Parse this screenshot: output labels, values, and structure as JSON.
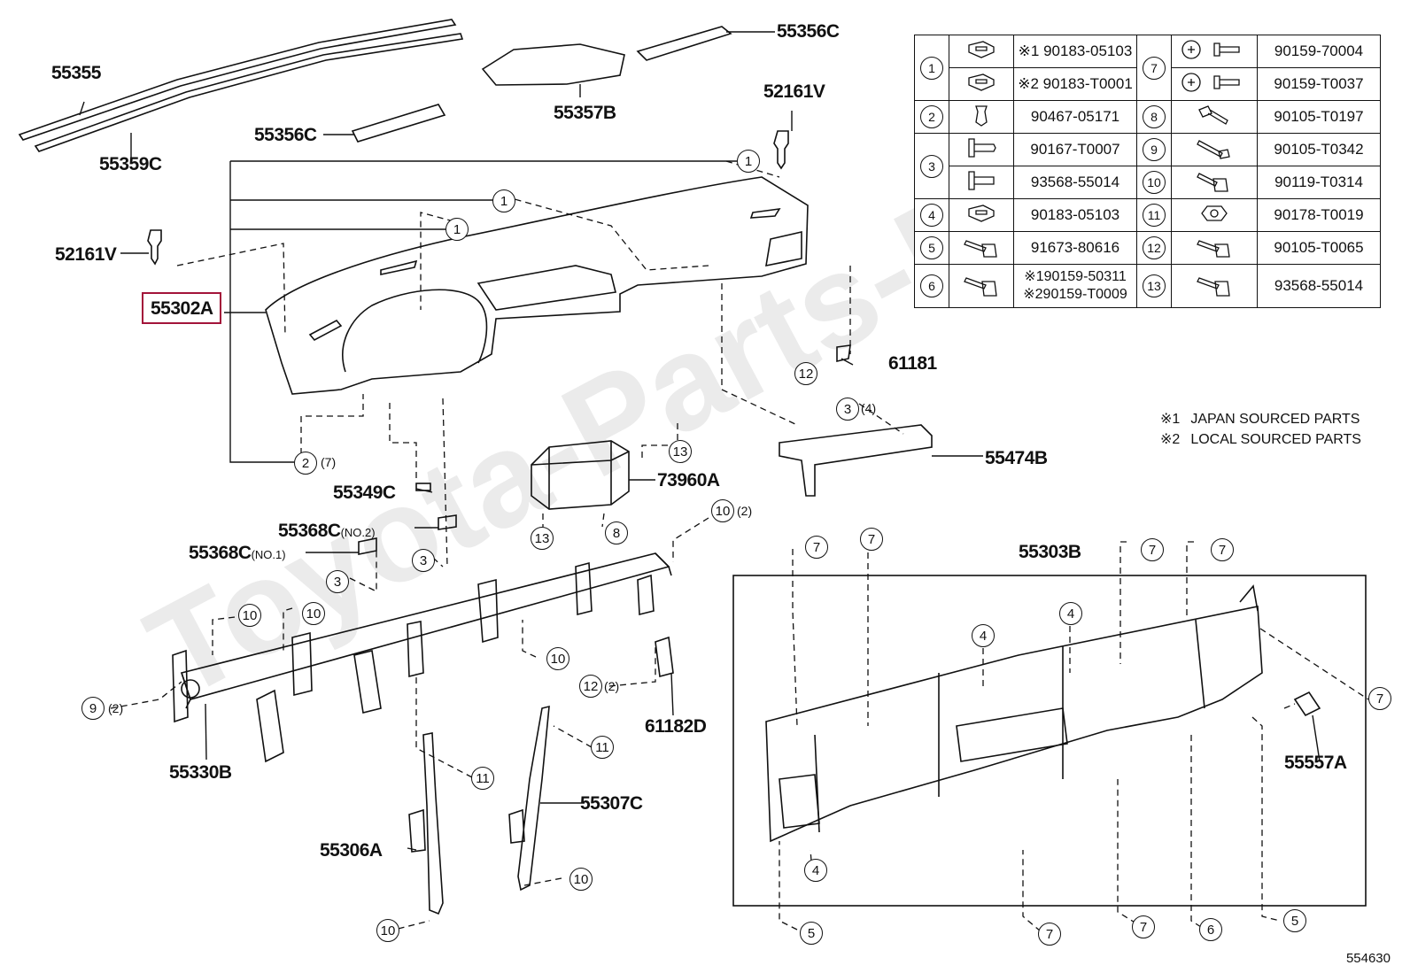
{
  "watermark": "Toyota-Parts-Mall",
  "diagram_code": "554630",
  "notes": [
    {
      "mark": "※1",
      "text": "JAPAN SOURCED PARTS"
    },
    {
      "mark": "※2",
      "text": "LOCAL SOURCED PARTS"
    }
  ],
  "highlighted_part": "55302A",
  "parts": {
    "p55355": "55355",
    "p55359C": "55359C",
    "p55356C_top": "55356C",
    "p55357B": "55357B",
    "p55356C_mid": "55356C",
    "p52161V_top": "52161V",
    "p52161V_left": "52161V",
    "p55302A": "55302A",
    "p61181": "61181",
    "p55474B": "55474B",
    "p55349C": "55349C",
    "p55368C_no2": "55368C",
    "p55368C_no2_sub": "(NO.2)",
    "p55368C_no1": "55368C",
    "p55368C_no1_sub": "(NO.1)",
    "p73960A": "73960A",
    "p55303B": "55303B",
    "p55557A": "55557A",
    "p55330B": "55330B",
    "p61182D": "61182D",
    "p55307C": "55307C",
    "p55306A": "55306A"
  },
  "callouts": {
    "c1a": "1",
    "c1b": "1",
    "c1c": "1",
    "c2": "2",
    "q2": "(7)",
    "c3a": "3",
    "q3a": "(4)",
    "c12a": "12",
    "c13": "13",
    "c13b": "13",
    "c8": "8",
    "c10a": "10",
    "q10a": "(2)",
    "c3b": "3",
    "c3c": "3",
    "c10b": "10",
    "c10c": "10",
    "c10d": "10",
    "c9": "9",
    "q9": "(2)",
    "c12b": "12",
    "q12b": "(2)",
    "c11a": "11",
    "c11b": "11",
    "c10e": "10",
    "c10f": "10",
    "c7a": "7",
    "c7b": "7",
    "c7c": "7",
    "c7d": "7",
    "c7e": "7",
    "c4a": "4",
    "c4b": "4",
    "c4c": "4",
    "c5a": "5",
    "c5b": "5",
    "c7f": "7",
    "c7g": "7",
    "c6": "6"
  },
  "table": {
    "r1": {
      "no": "1",
      "pn_a": "※1 90183-05103",
      "pn_b": "※2 90183-T0001"
    },
    "r2": {
      "no": "2",
      "pn": "90467-05171"
    },
    "r3": {
      "no": "3",
      "pn_a": "90167-T0007",
      "pn_b": "93568-55014"
    },
    "r4": {
      "no": "4",
      "pn": "90183-05103"
    },
    "r5": {
      "no": "5",
      "pn": "91673-80616"
    },
    "r6": {
      "no": "6",
      "pn_a": "※190159-50311",
      "pn_b": "※290159-T0009"
    },
    "r7": {
      "no": "7",
      "pn_a": "90159-70004",
      "pn_b": "90159-T0037"
    },
    "r8": {
      "no": "8",
      "pn": "90105-T0197"
    },
    "r9": {
      "no": "9",
      "pn": "90105-T0342"
    },
    "r10": {
      "no": "10",
      "pn": "90119-T0314"
    },
    "r11": {
      "no": "11",
      "pn": "90178-T0019"
    },
    "r12": {
      "no": "12",
      "pn": "90105-T0065"
    },
    "r13": {
      "no": "13",
      "pn": "93568-55014"
    }
  }
}
